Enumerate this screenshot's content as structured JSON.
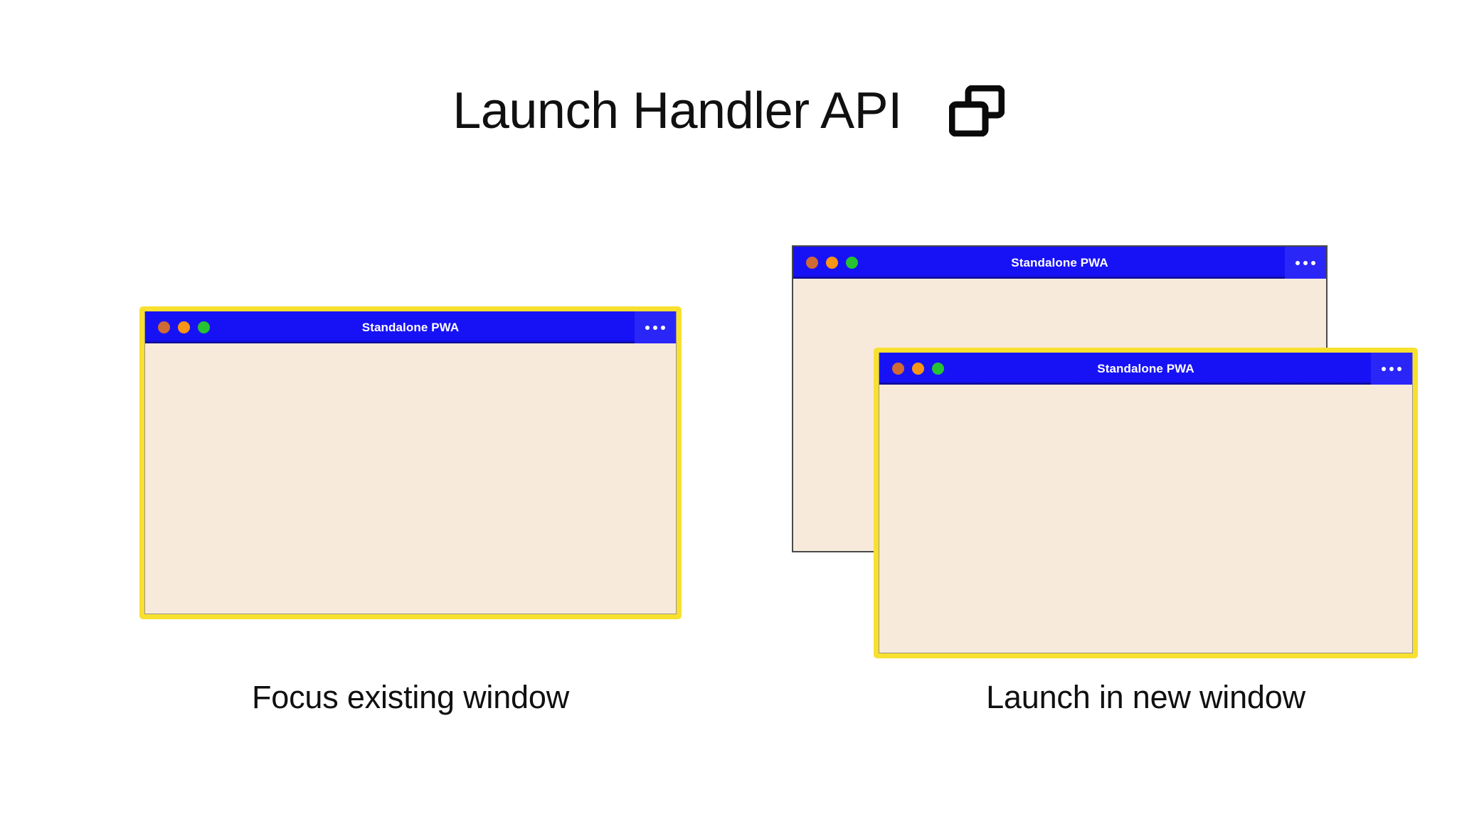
{
  "header": {
    "title": "Launch Handler API",
    "icon": "multi-window-icon"
  },
  "panels": [
    {
      "id": "focus-existing",
      "caption": "Focus existing window",
      "windows": [
        {
          "title": "Standalone PWA",
          "highlighted": true,
          "menu_label": "•••",
          "controls": [
            "close-dot",
            "minimize-dot",
            "maximize-dot"
          ]
        }
      ]
    },
    {
      "id": "launch-new",
      "caption": "Launch in new window",
      "windows": [
        {
          "title": "Standalone PWA",
          "highlighted": false,
          "menu_label": "•••",
          "controls": [
            "close-dot",
            "minimize-dot",
            "maximize-dot"
          ]
        },
        {
          "title": "Standalone PWA",
          "highlighted": true,
          "menu_label": "•••",
          "controls": [
            "close-dot",
            "minimize-dot",
            "maximize-dot"
          ]
        }
      ]
    }
  ],
  "colors": {
    "background": "#FFFFFF",
    "titlebar_blue": "#1712F5",
    "menu_blue": "#2A26F8",
    "window_body_cream": "#F8EADA",
    "highlight_yellow": "#F7E02E",
    "dot_close": "#CF6A34",
    "dot_minimize": "#F99516",
    "dot_maximize": "#27C231",
    "text_dark": "#101010",
    "titlebar_text": "#FFFFFF"
  }
}
